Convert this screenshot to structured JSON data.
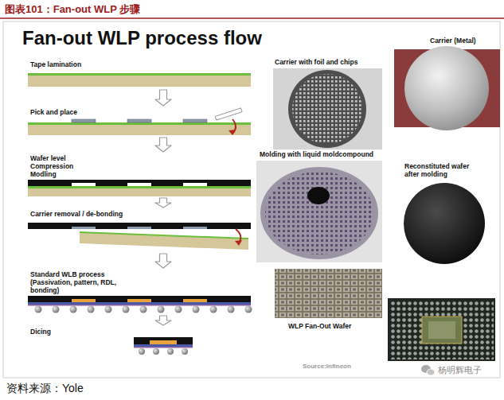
{
  "diagram": {
    "title": "图表101：Fan-out WLP 步骤",
    "caption": "资料来源：Yole",
    "nodes": [
      {
        "text": [
          "Tape lamination"
        ]
      },
      {
        "text": [
          "Pick and place"
        ]
      },
      {
        "text": [
          "Wafer level Compression Modling"
        ]
      },
      {
        "text": [
          "Carrier removal / de-bonding"
        ]
      },
      {
        "text": [
          "Standard WLB process (Passivation, pattern, RDL, bonding)"
        ]
      },
      {
        "text": [
          "Dicing"
        ]
      }
    ],
    "edges": [
      {
        "from": 0,
        "to": 1,
        "arrow": "to"
      },
      {
        "from": 1,
        "to": 2,
        "arrow": "to"
      },
      {
        "from": 2,
        "to": 3,
        "arrow": "to"
      },
      {
        "from": 3,
        "to": 4,
        "arrow": "to"
      },
      {
        "from": 4,
        "to": 5,
        "arrow": "to"
      }
    ],
    "labels": [
      "Fan-out WLP process flow",
      "Carrier with foil and chips",
      "Carrier (Metal)",
      "Molding with liquid moldcompound",
      "Reconstituted wafer after molding",
      "WLP Fan-Out Wafer",
      "Source:Infineon",
      "杨明辉电子"
    ]
  }
}
